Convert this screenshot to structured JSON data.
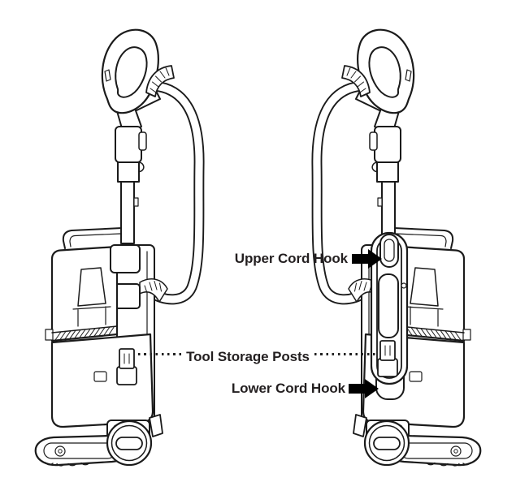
{
  "diagram": {
    "background": "#ffffff",
    "line_color": "#1b1b1b",
    "text_color": "#231f20",
    "arrow_color": "#000000",
    "subject": "upright vacuum cleaner shown in two side views",
    "icons": {
      "callout_arrow": "solid-right-arrow",
      "leader": "dotted-line"
    },
    "callouts": [
      {
        "id": "upper-cord-hook",
        "label": "Upper Cord Hook",
        "pointer": "solid-right-arrow"
      },
      {
        "id": "tool-storage-posts",
        "label": "Tool Storage Posts",
        "pointer": "dotted-leaders-both-sides"
      },
      {
        "id": "lower-cord-hook",
        "label": "Lower Cord Hook",
        "pointer": "solid-right-arrow"
      }
    ]
  }
}
